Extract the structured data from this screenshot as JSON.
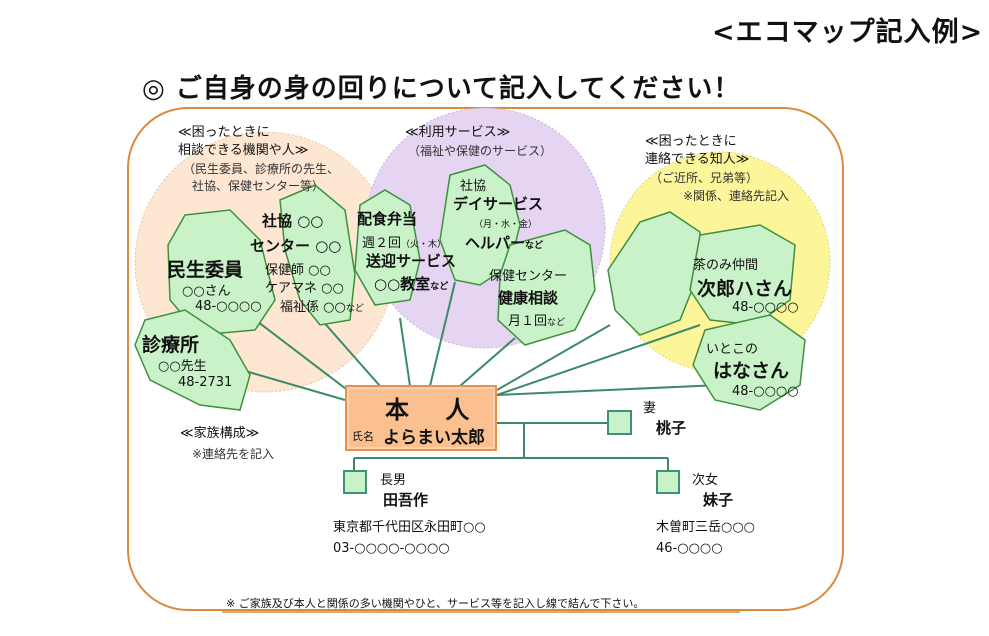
{
  "page_tag": "<エコマップ記入例>",
  "title": {
    "marker": "◎",
    "text": "ご自身の身の回りについて記入してください！"
  },
  "colors": {
    "outer_border": "#d98a3d",
    "consult_circle": "#fde6d2",
    "service_circle": "#e6d5f2",
    "friend_circle": "#fdf59a",
    "node_fill": "#c9f2c9",
    "node_stroke": "#3f8f3f",
    "line": "#3b8a6a",
    "person_box": "#fbc08f",
    "person_box_border": "#e8914a"
  },
  "groups": {
    "consult": {
      "heading_line1": "≪困ったときに",
      "heading_line2": "相談できる機関や人≫",
      "note_line1": "（民生委員、診療所の先生、",
      "note_line2": "社協、保健センター等）"
    },
    "services": {
      "heading": "≪利用サービス≫",
      "note": "（福祉や保健のサービス）"
    },
    "friends": {
      "heading_line1": "≪困ったときに",
      "heading_line2": "連絡できる知人≫",
      "note": "（ご近所、兄弟等）",
      "note2": "※関係、連絡先記入"
    },
    "family": {
      "heading": "≪家族構成≫",
      "note": "※連絡先を記入"
    }
  },
  "nodes": {
    "minsei": {
      "title": "民生委員",
      "name": "○○さん",
      "phone": "48-○○○○"
    },
    "shakyo": {
      "line1": "社協 ○○",
      "line2": "センター ○○",
      "line3": "保健師 ○○",
      "line4": "ケアマネ ○○",
      "line5": "福祉係 ○○",
      "suffix": "など"
    },
    "clinic": {
      "title": "診療所",
      "name": "○○先生",
      "phone": "48-2731"
    },
    "meal": {
      "line1": "配食弁当",
      "line2": "週２回",
      "line2_small": "（火・木）",
      "line3": "送迎サービス",
      "line4": "○○教室",
      "suffix": "など"
    },
    "dayservice": {
      "org": "社協",
      "title": "デイサービス",
      "days": "（月・水・金）",
      "helper": "ヘルパー",
      "suffix": "など"
    },
    "health": {
      "org": "保健センター",
      "title": "健康相談",
      "freq": "月１回",
      "suffix": "など"
    },
    "friend_jiro": {
      "relation": "茶のみ仲間",
      "name": "次郎ハさん",
      "phone": "48-○○○○"
    },
    "friend_hana": {
      "relation": "いとこの",
      "name": "はなさん",
      "phone": "48-○○○○"
    }
  },
  "person": {
    "title": "本 人",
    "name_label": "氏名",
    "name": "よらまい太郎"
  },
  "family": {
    "wife": {
      "relation": "妻",
      "name": "桃子"
    },
    "son": {
      "relation": "長男",
      "name": "田吾作",
      "address": "東京都千代田区永田町○○",
      "phone": "03-○○○○-○○○○"
    },
    "daughter": {
      "relation": "次女",
      "name": "妹子",
      "address": "木曽町三岳○○○",
      "phone": "46-○○○○"
    }
  },
  "footer_note": "※ ご家族及び本人と関係の多い機関やひと、サービス等を記入し線で結んで下さい。"
}
